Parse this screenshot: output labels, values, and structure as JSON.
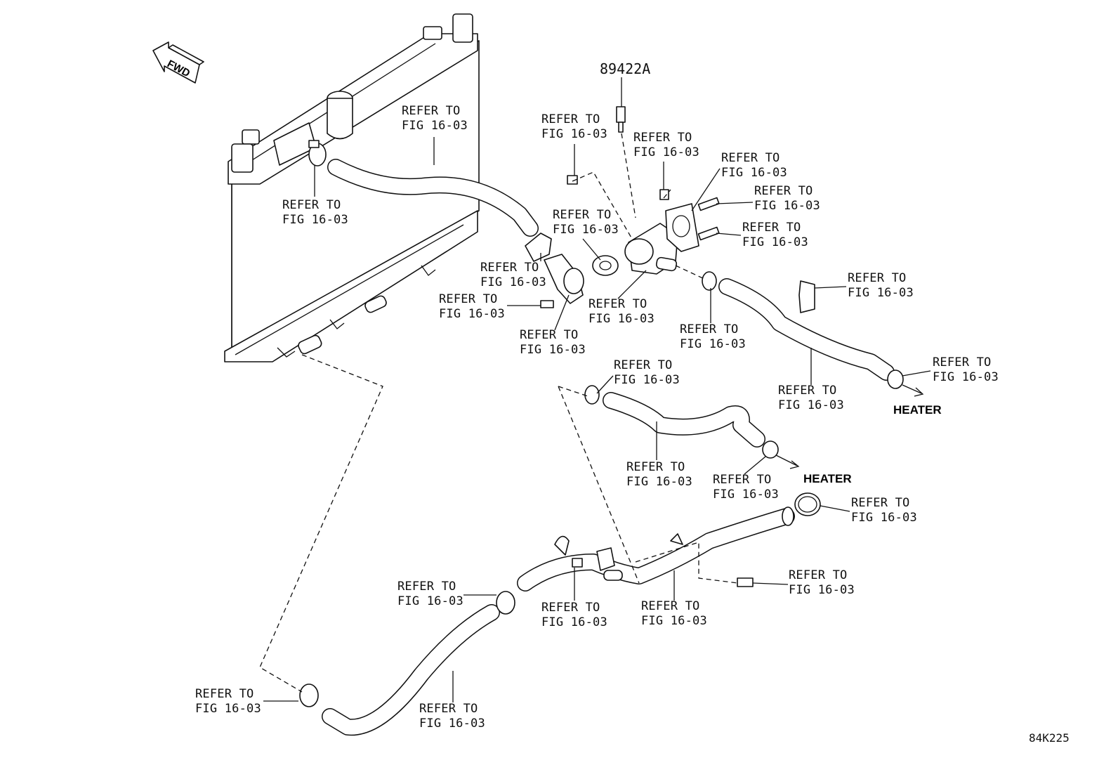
{
  "diagram": {
    "fwd_label": "FWD",
    "part_number": "89422A",
    "diagram_code": "84K225",
    "heater_label_1": "HEATER",
    "heater_label_2": "HEATER",
    "callouts": [
      {
        "id": "c1",
        "line1": "REFER TO",
        "line2": "FIG 16-03"
      },
      {
        "id": "c2",
        "line1": "REFER TO",
        "line2": "FIG 16-03"
      },
      {
        "id": "c3",
        "line1": "REFER TO",
        "line2": "FIG 16-03"
      },
      {
        "id": "c4",
        "line1": "REFER TO",
        "line2": "FIG 16-03"
      },
      {
        "id": "c5",
        "line1": "REFER TO",
        "line2": "FIG 16-03"
      },
      {
        "id": "c6",
        "line1": "REFER TO",
        "line2": "FIG 16-03"
      },
      {
        "id": "c7",
        "line1": "REFER TO",
        "line2": "FIG 16-03"
      },
      {
        "id": "c8",
        "line1": "REFER TO",
        "line2": "FIG 16-03"
      },
      {
        "id": "c9",
        "line1": "REFER TO",
        "line2": "FIG 16-03"
      },
      {
        "id": "c10",
        "line1": "REFER TO",
        "line2": "FIG 16-03"
      },
      {
        "id": "c11",
        "line1": "REFER TO",
        "line2": "FIG 16-03"
      },
      {
        "id": "c12",
        "line1": "REFER TO",
        "line2": "FIG 16-03"
      },
      {
        "id": "c13",
        "line1": "REFER TO",
        "line2": "FIG 16-03"
      },
      {
        "id": "c14",
        "line1": "REFER TO",
        "line2": "FIG 16-03"
      },
      {
        "id": "c15",
        "line1": "REFER TO",
        "line2": "FIG 16-03"
      },
      {
        "id": "c16",
        "line1": "REFER TO",
        "line2": "FIG 16-03"
      },
      {
        "id": "c17",
        "line1": "REFER TO",
        "line2": "FIG 16-03"
      },
      {
        "id": "c18",
        "line1": "REFER TO",
        "line2": "FIG 16-03"
      },
      {
        "id": "c19",
        "line1": "REFER TO",
        "line2": "FIG 16-03"
      },
      {
        "id": "c20",
        "line1": "REFER TO",
        "line2": "FIG 16-03"
      },
      {
        "id": "c21",
        "line1": "REFER TO",
        "line2": "FIG 16-03"
      },
      {
        "id": "c22",
        "line1": "REFER TO",
        "line2": "FIG 16-03"
      },
      {
        "id": "c23",
        "line1": "REFER TO",
        "line2": "FIG 16-03"
      },
      {
        "id": "c24",
        "line1": "REFER TO",
        "line2": "FIG 16-03"
      },
      {
        "id": "c25",
        "line1": "REFER TO",
        "line2": "FIG 16-03"
      },
      {
        "id": "c26",
        "line1": "REFER TO",
        "line2": "FIG 16-03"
      }
    ]
  }
}
